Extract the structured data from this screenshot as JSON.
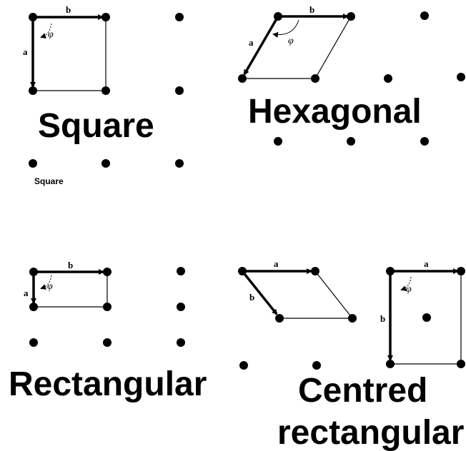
{
  "panels": {
    "square": {
      "title": "Square",
      "caption": "Square",
      "vec_a": "a",
      "vec_b": "b",
      "angle": "φ"
    },
    "hexagonal": {
      "title": "Hexagonal",
      "vec_a": "a",
      "vec_b": "b",
      "angle": "φ"
    },
    "rectangular": {
      "title": "Rectangular",
      "vec_a": "a",
      "vec_b": "b",
      "angle": "φ"
    },
    "centred_rectangular": {
      "title_line1": "Centred",
      "title_line2": "rectangular",
      "vec_a": "a",
      "vec_b": "b",
      "angle": "φ"
    }
  }
}
